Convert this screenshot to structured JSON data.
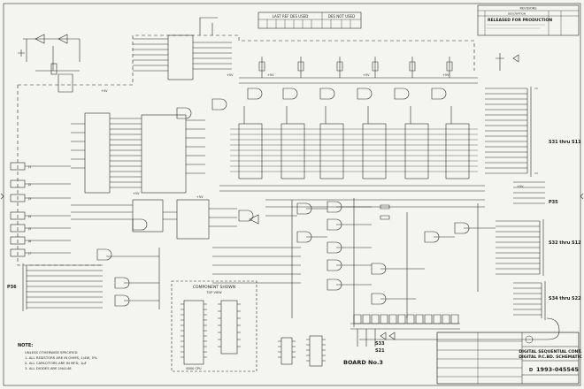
{
  "revisions": {
    "header": "REVISIONS",
    "col_description": "DESCRIPTION",
    "entry": "RELEASED FOR PRODUCTION"
  },
  "ref_table": {
    "last_ref_header": "LAST REF DES USED",
    "not_used_header": "DES NOT USED"
  },
  "power_labels": [
    "+5V",
    "+5V",
    "+5V",
    "+5V",
    "+5V",
    "+5V",
    "+5V",
    "+5V"
  ],
  "left_connectors": [
    "J1",
    "J2",
    "J3",
    "J4",
    "J5",
    "J6",
    "J7"
  ],
  "left_connector_label": "P36",
  "right_connector_labels": {
    "s31": "S31 thru S11",
    "p35": "P35",
    "s32": "S32 thru S12",
    "s34": "S34 thru S22"
  },
  "bottom_switch_labels": {
    "s33": "S33",
    "s21": "S21"
  },
  "board_label": "BOARD No.3",
  "component_shown": {
    "title": "COMPONENT SHOWN",
    "subtitle": "TOP VIEW",
    "chip_label": "8000 CPU"
  },
  "notes": {
    "title": "NOTE:",
    "lines": [
      "UNLESS OTHERWISE SPECIFIED",
      "1. ALL RESISTORS ARE IN OHMS, 1/4W, 5%",
      "2. ALL CAPACITORS ARE IN MFD, 1µF",
      "3. ALL DIODES ARE 1N4148"
    ]
  },
  "title_block": {
    "title_line1": "DIGITAL SEQUENTIAL CONT.",
    "title_line2": "DIGITAL P.C.BD. SCHEMATIC",
    "drawing_number": "1993-045545",
    "size": "D"
  },
  "colors": {
    "paper": "#f4f4f1",
    "ink": "#2a2a2a"
  }
}
